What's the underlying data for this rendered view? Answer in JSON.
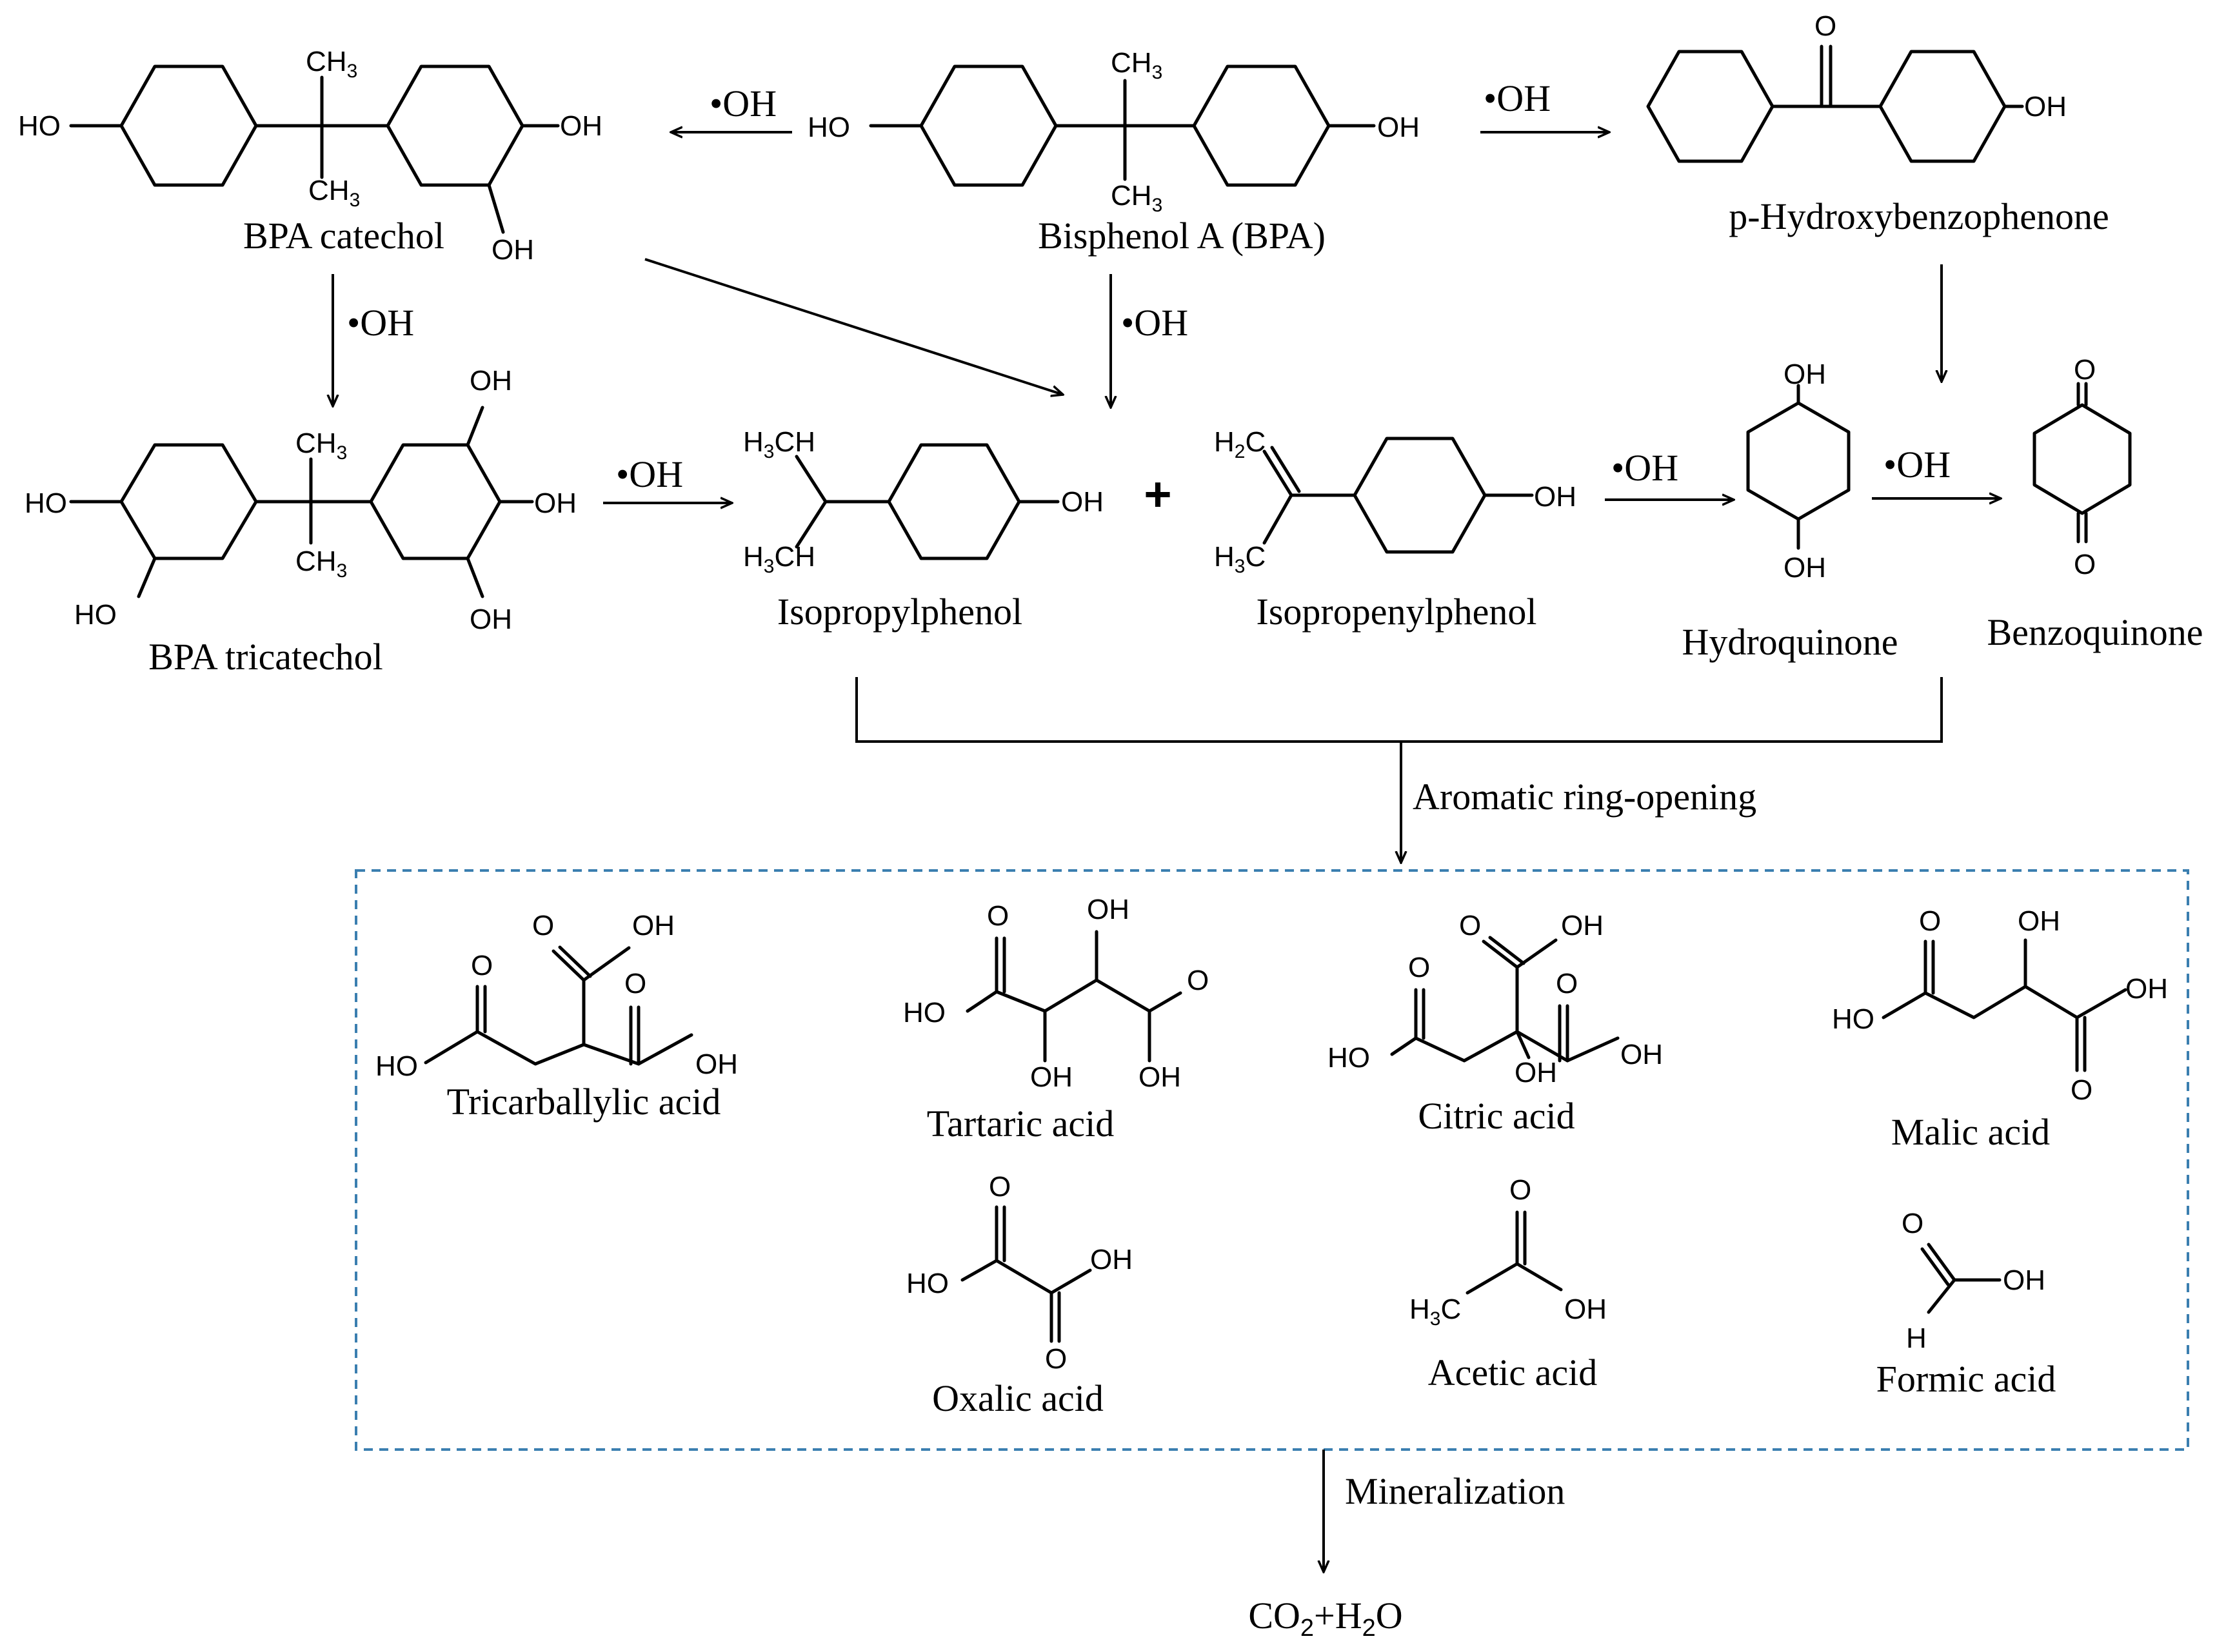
{
  "compounds": {
    "bpa": "Bisphenol  A (BPA)",
    "bpa_catechol": "BPA catechol",
    "p_hydroxybenzophenone": "p-Hydroxybenzophenone",
    "bpa_tricatechol": "BPA tricatechol",
    "isopropylphenol": "Isopropylphenol",
    "isopropenylphenol": "Isopropenylphenol",
    "hydroquinone": "Hydroquinone",
    "benzoquinone": "Benzoquinone",
    "tricarballylic_acid": "Tricarballylic  acid",
    "tartaric_acid": "Tartaric  acid",
    "citric_acid": "Citric  acid",
    "malic_acid": "Malic  acid",
    "oxalic_acid": "Oxalic  acid",
    "acetic_acid": "Acetic  acid",
    "formic_acid": "Formic  acid"
  },
  "reagent": "•OH",
  "plus_sign": "+",
  "steps": {
    "ring_opening": "Aromatic  ring-opening",
    "mineralization": "Mineralization"
  },
  "products": {
    "co2": "CO",
    "co2_sub": "2",
    "plus": "+",
    "h2o_h": "H",
    "h2o_sub": "2",
    "h2o_o": "O"
  },
  "atoms": {
    "OH": "OH",
    "HO": "HO",
    "O": "O",
    "H": "H",
    "CH": "CH",
    "three": "3",
    "two": "2"
  },
  "colors": {
    "box_border": "#3b7fb0",
    "ink": "#000000"
  }
}
